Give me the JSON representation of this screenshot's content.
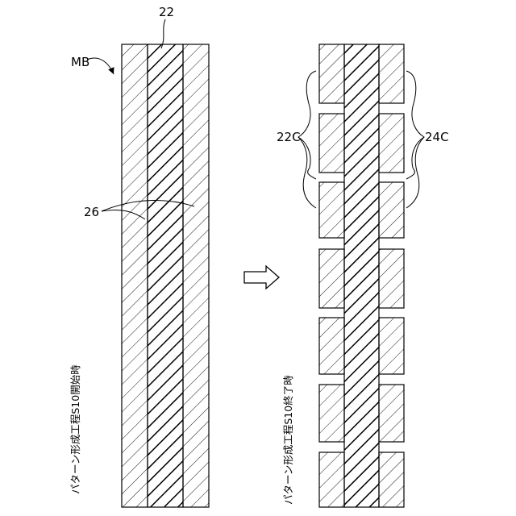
{
  "figure": {
    "labels": {
      "mb": "MB",
      "l22": "22",
      "l26": "26",
      "l22c": "22C",
      "l24c": "24C"
    },
    "captions": {
      "left": "パターン形成工程S10開始時",
      "right": "パターン形成工程S10終了時"
    }
  }
}
